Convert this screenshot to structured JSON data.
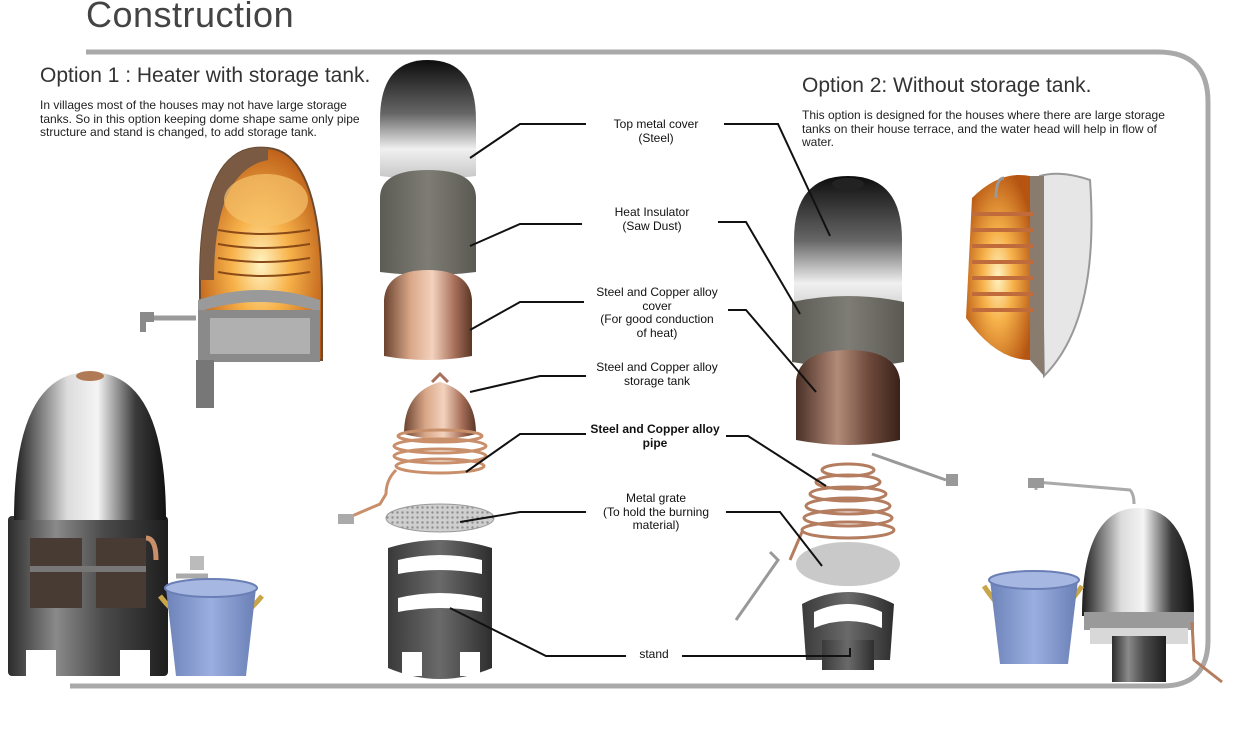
{
  "page": {
    "title": "Construction"
  },
  "option1": {
    "title": "Option 1 : Heater with storage tank.",
    "description": "In villages most of the houses may not have large storage tanks. So in this option keeping dome shape same only pipe structure and stand is changed, to add storage tank."
  },
  "option2": {
    "title": "Option 2: Without storage tank.",
    "description": "This option is designed for the houses where there are large storage tanks on their house terrace, and the water head will help in flow of water."
  },
  "labels": {
    "top_cover": "Top metal cover\n(Steel)",
    "insulator": "Heat Insulator\n(Saw Dust)",
    "alloy_cover": "Steel and Copper alloy\ncover\n(For good conduction\nof heat)",
    "storage_tank": "Steel and Copper alloy\nstorage tank",
    "pipe": "Steel and Copper alloy\npipe",
    "grate": "Metal grate\n(To hold the burning\nmaterial)",
    "stand": "stand"
  },
  "colors": {
    "steel_dark": "#2a2a2a",
    "steel_light": "#e8e8e8",
    "insulator": "#6f6e66",
    "copper": "#c98f6a",
    "fire": "#f5a623",
    "bucket_blue": "#7f95c9",
    "bucket_handle": "#c9a54a",
    "frame_border": "#a9a9a9"
  }
}
